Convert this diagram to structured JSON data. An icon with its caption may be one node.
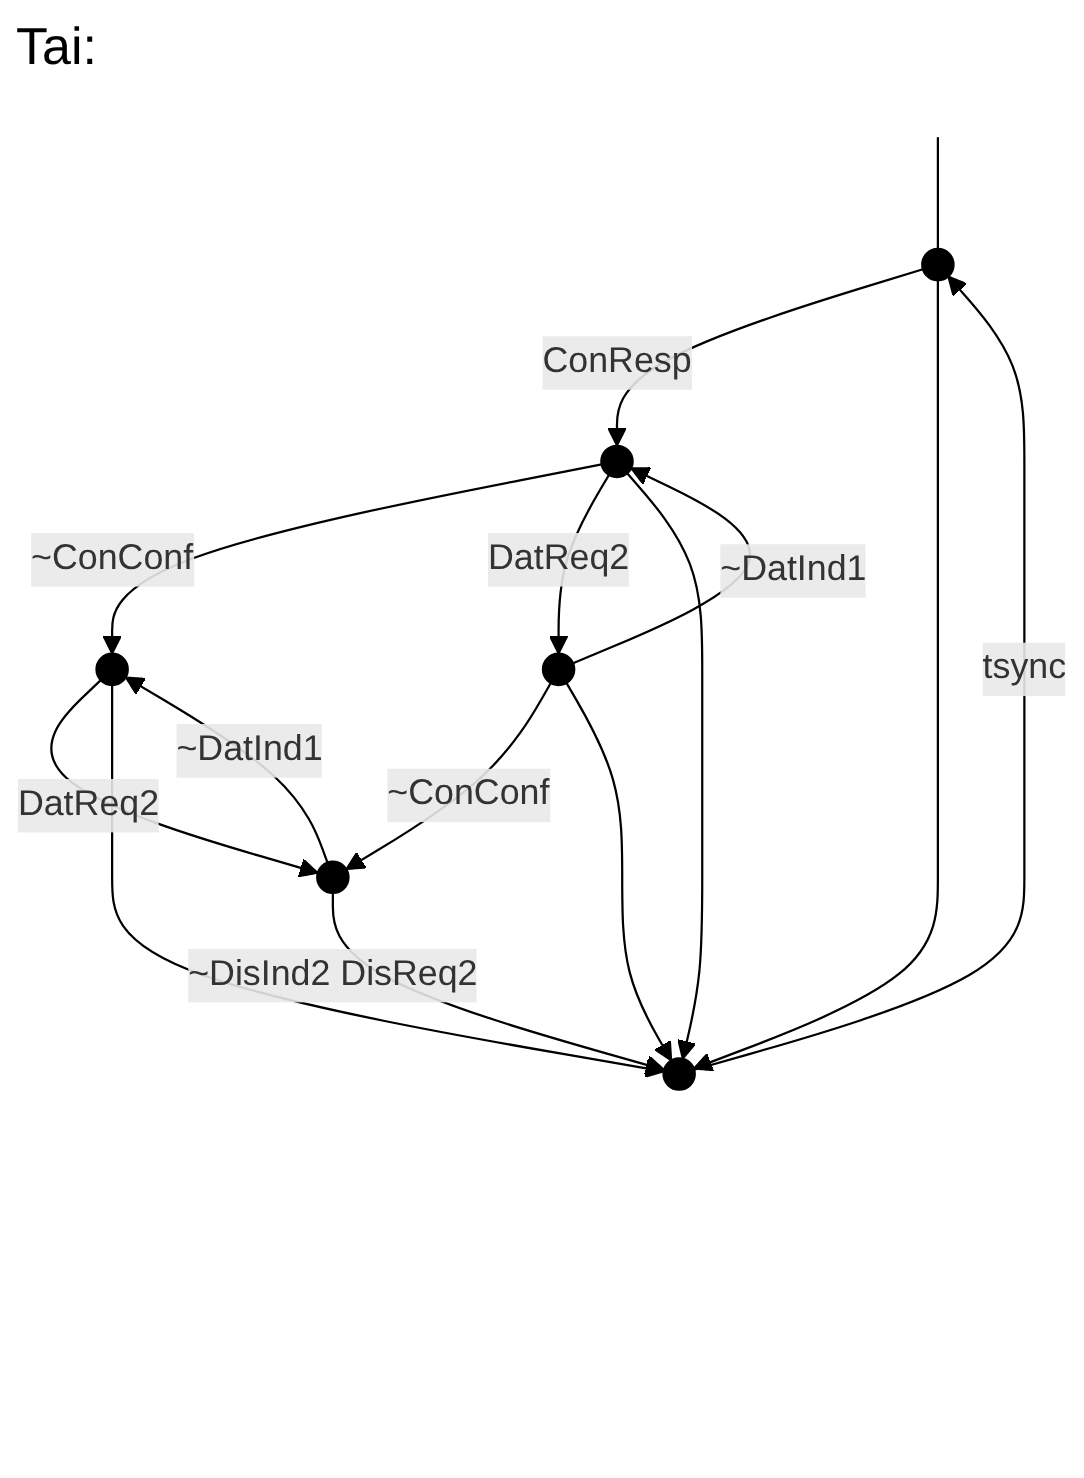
{
  "diagram": {
    "title": "Tai:",
    "nodes": [
      {
        "text": [],
        "shape": "circle"
      },
      {
        "text": [],
        "shape": "circle"
      },
      {
        "text": [],
        "shape": "circle"
      },
      {
        "text": [],
        "shape": "circle"
      },
      {
        "text": [],
        "shape": "circle"
      },
      {
        "text": [],
        "shape": "circle"
      }
    ],
    "edges": [
      {
        "from": null,
        "to": 0,
        "arrow": "none"
      },
      {
        "from": 0,
        "to": 1,
        "arrow": "to",
        "label": "ConResp"
      },
      {
        "from": 1,
        "to": 2,
        "arrow": "to",
        "label": "~ConConf"
      },
      {
        "from": 1,
        "to": 3,
        "arrow": "to",
        "label": "DatReq2"
      },
      {
        "from": 3,
        "to": 1,
        "arrow": "to",
        "label": "~DatInd1"
      },
      {
        "from": 2,
        "to": 4,
        "arrow": "to",
        "label": "DatReq2"
      },
      {
        "from": 4,
        "to": 2,
        "arrow": "to",
        "label": "~DatInd1"
      },
      {
        "from": 3,
        "to": 4,
        "arrow": "to",
        "label": "~ConConf"
      },
      {
        "from": 4,
        "to": 5,
        "arrow": "to",
        "label": "~DisInd2 DisReq2"
      },
      {
        "from": 0,
        "to": 5,
        "arrow": "to"
      },
      {
        "from": 1,
        "to": 5,
        "arrow": "to"
      },
      {
        "from": 2,
        "to": 5,
        "arrow": "to"
      },
      {
        "from": 3,
        "to": 5,
        "arrow": "to"
      },
      {
        "from": 5,
        "to": 0,
        "arrow": "to",
        "label": "tsync"
      }
    ]
  }
}
